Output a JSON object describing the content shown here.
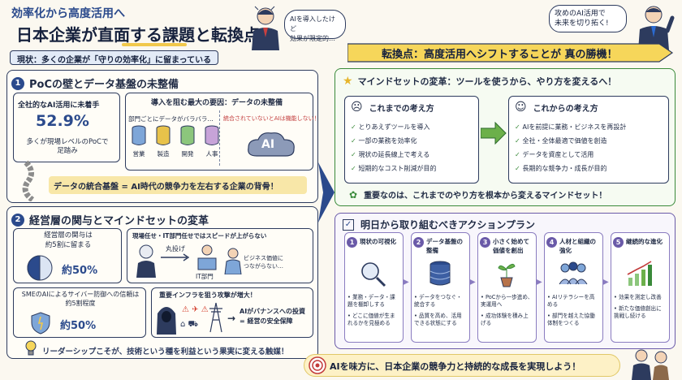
{
  "header": {
    "subtitle": "効率化から高度活用へ",
    "title": "日本企業が直面する課題と転換点",
    "speech_left": "AIを導入したけど\n効果が限定的…",
    "speech_right": "攻めのAI活用で\n未来を切り拓く!",
    "status": "現状：多くの企業が「守りの効率化」に留まっている",
    "turning_point": "転換点：高度活用へシフトすることが 真の勝機！"
  },
  "section1": {
    "num": "1",
    "title": "PoCの壁とデータ基盤の未整備",
    "stat_label": "全社的なAI活用に未着手",
    "stat_value": "52.9%",
    "stat_note": "多くが現場レベルのPoCで\n足踏み",
    "barrier_title": "導入を阻む最大の要因：データの未整備",
    "silo_note": "部門ごとにデータがバラバラ…",
    "silos": [
      "営業",
      "製造",
      "開発",
      "人事"
    ],
    "ai_note": "統合されていないとAIは機能しない！",
    "ai_label": "AI",
    "conclusion": "データの統合基盤 = AI時代の競争力を左右する企業の背骨！"
  },
  "section2": {
    "num": "2",
    "title": "経営層の関与とマインドセットの変革",
    "exec_label": "経営層の関与は\n約5割に留まる",
    "exec_value": "約50%",
    "exec_fraction": 0.5,
    "delegate_note": "現場任せ・IT部門任せではスピードが上がらない",
    "delegate_arrow": "丸投げ",
    "it_label": "IT部門",
    "biz_note": "ビジネス価値に\nつながらない…",
    "sme_label": "SMEのAIによるサイバー防御への信頼は\n約5割程度",
    "sme_value": "約50%",
    "attack_title": "重要インフラを狙う攻撃が増大！",
    "invest_note": "AIがバナンスへの投資\n= 経営の安全保障",
    "leadership": "リーダーシップこそが、技術という種を利益という果実に変える触媒！"
  },
  "mindset": {
    "title": "マインドセットの変革：ツールを使うから、やり方を変えるへ！",
    "old_title": "これまでの考え方",
    "old_items": [
      "とりあえずツールを導入",
      "一部の業務を効率化",
      "現状の延長線上で考える",
      "短期的なコスト削減が目的"
    ],
    "new_title": "これからの考え方",
    "new_items": [
      "AIを前提に業務・ビジネスを再設計",
      "全社・全体最適で価値を創造",
      "データを資産として活用",
      "長期的な競争力・成長が目的"
    ],
    "key": "重要なのは、これまでのやり方を根本から変えるマインドセット！"
  },
  "actions": {
    "title": "明日から取り組むべきアクションプラン",
    "steps": [
      {
        "num": "1",
        "title": "現状の可視化",
        "bullets": [
          "業務・データ・課題を棚卸しする",
          "どこに価値が生まれるかを見極める"
        ]
      },
      {
        "num": "2",
        "title": "データ基盤の整備",
        "bullets": [
          "データをつなぐ・統合する",
          "品質を高め、活用できる状態にする"
        ]
      },
      {
        "num": "3",
        "title": "小さく始めて\n価値を創出",
        "bullets": [
          "PoCから一歩進め、実運用へ",
          "成功体験を積み上げる"
        ]
      },
      {
        "num": "4",
        "title": "人材と組織の強化",
        "bullets": [
          "AIリテラシーを高める",
          "部門を越えた協働体制をつくる"
        ]
      },
      {
        "num": "5",
        "title": "継続的な進化",
        "bullets": [
          "効果を測定し改善",
          "新たな価値創出に挑戦し続ける"
        ]
      }
    ]
  },
  "footer": {
    "slogan": "AIを味方に、日本企業の競争力と持続的な成長を実現しよう！"
  }
}
